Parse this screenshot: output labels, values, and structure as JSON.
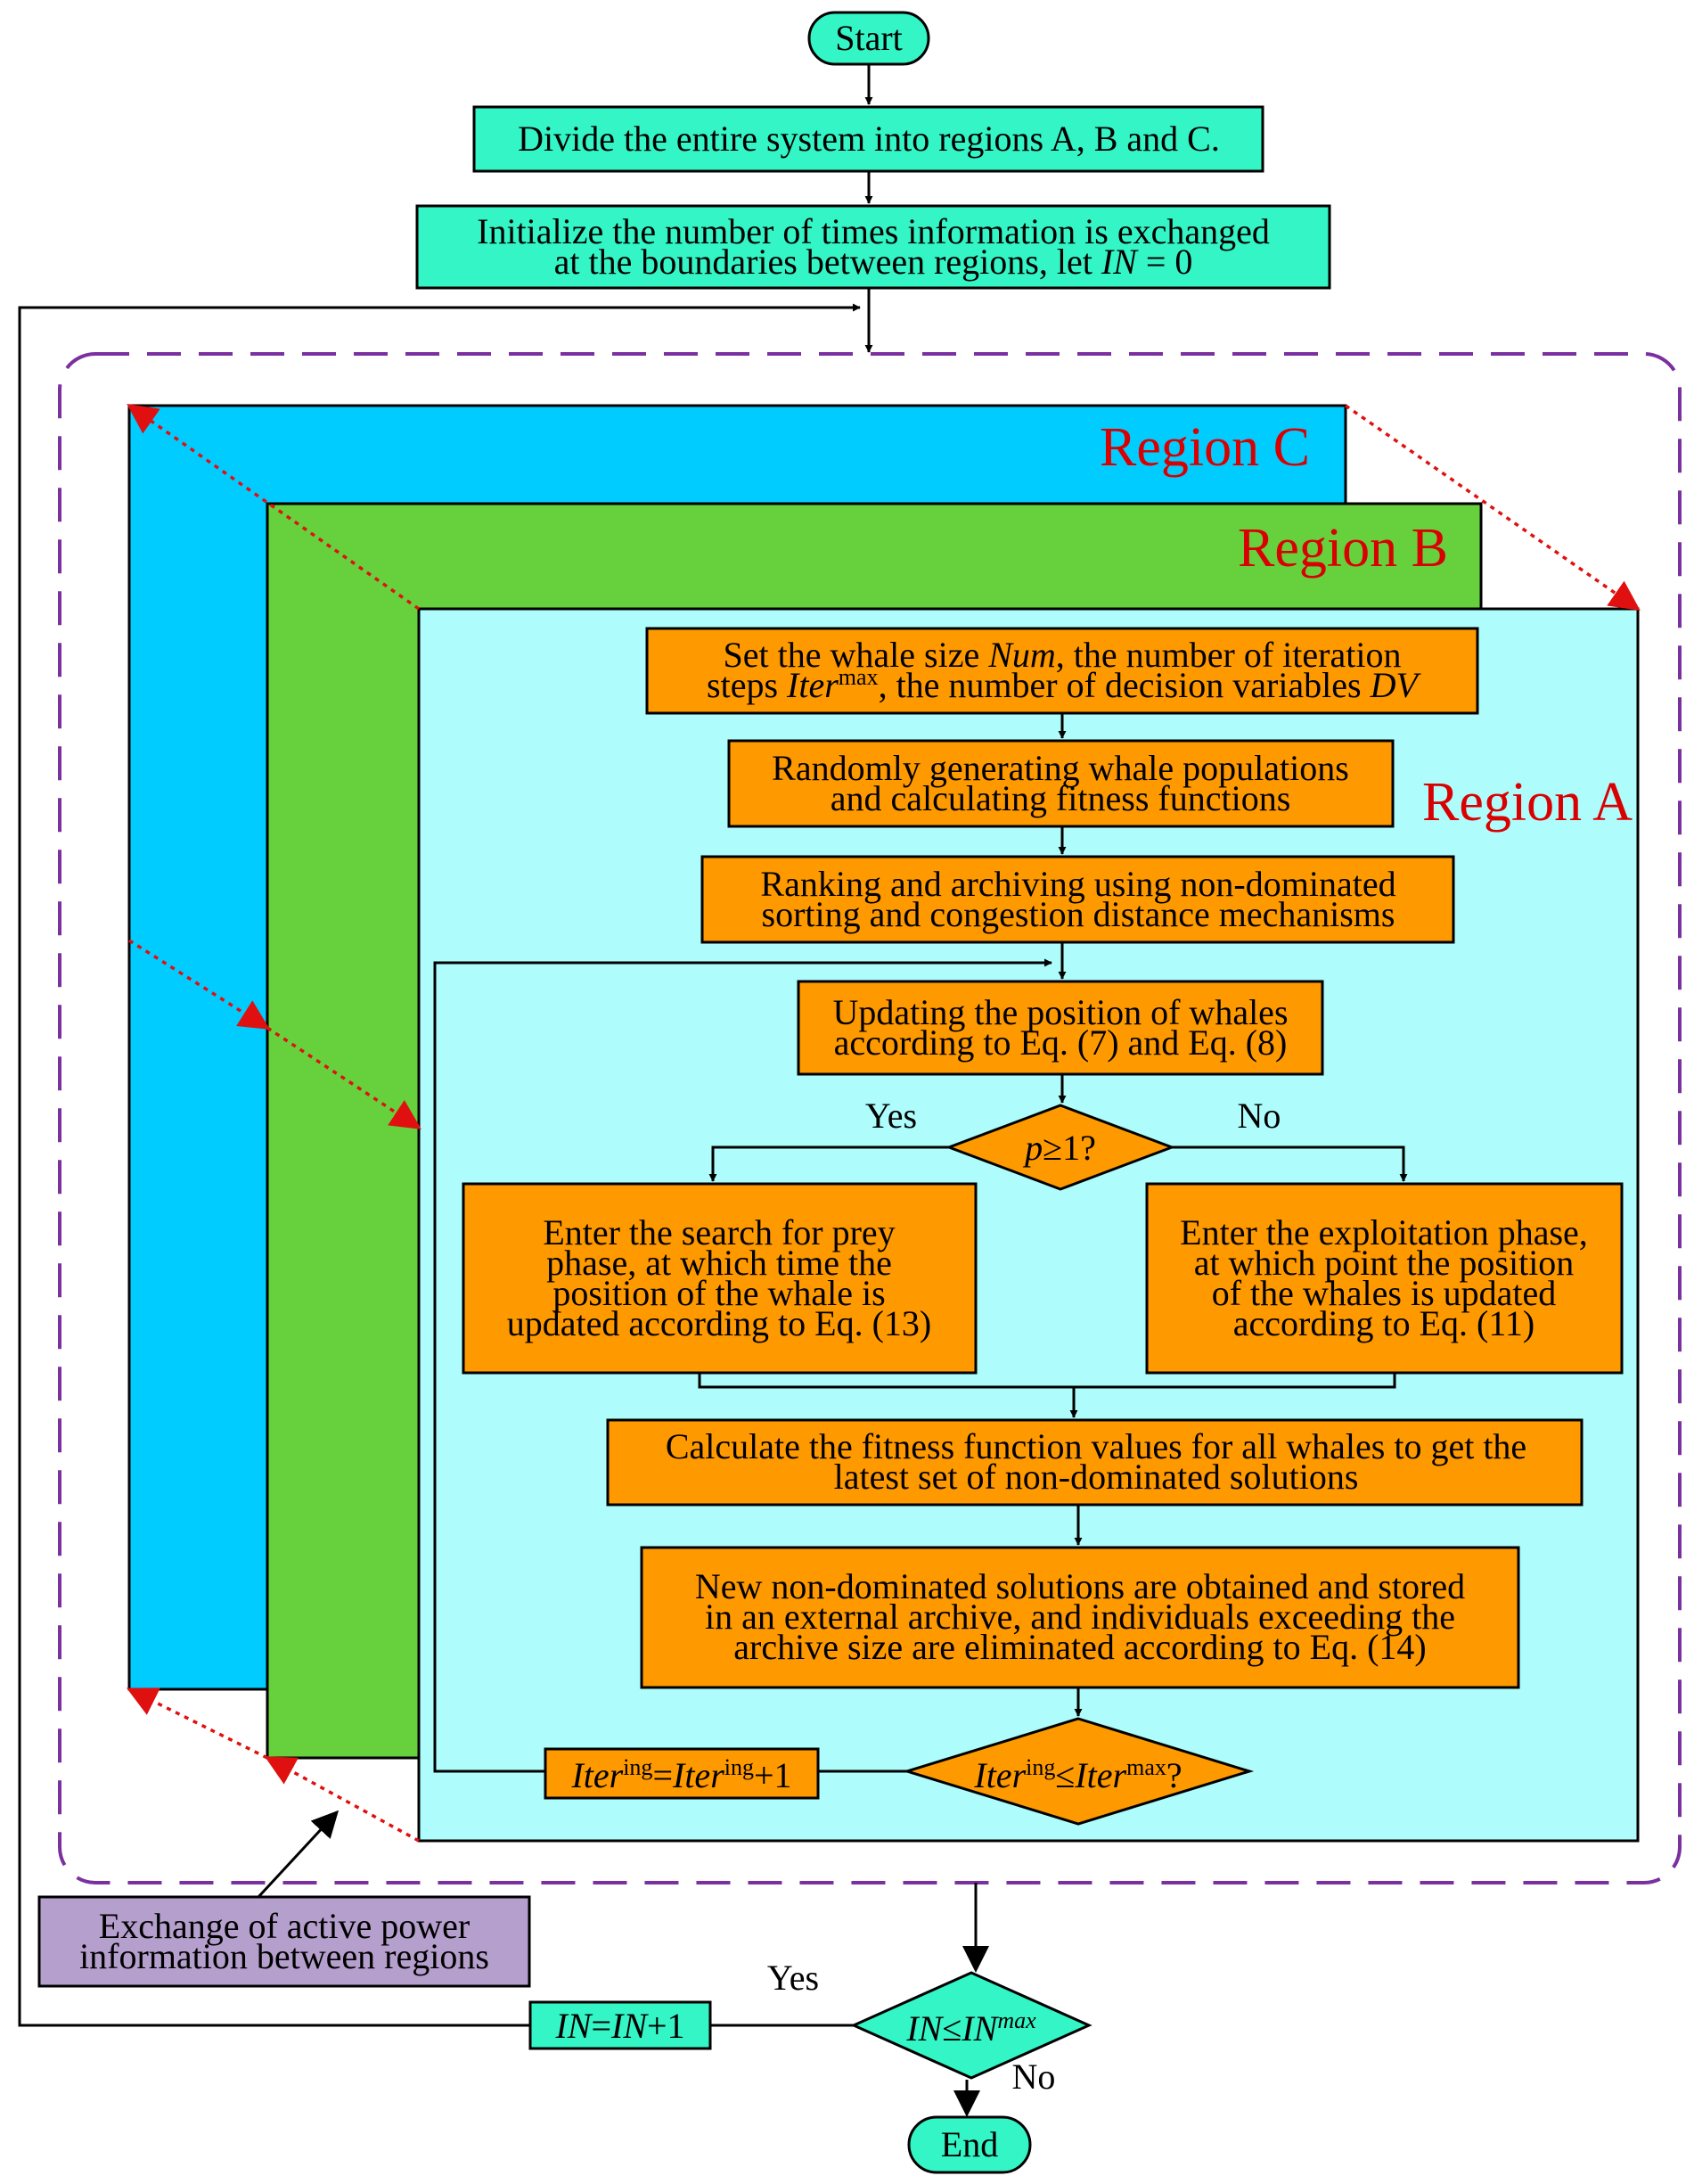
{
  "colors": {
    "teal": "#33f5c6",
    "orange": "#ff9900",
    "purple_box": "#b59fcc",
    "region_c": "#00ccff",
    "region_b": "#66d13c",
    "region_a": "#aefcfc",
    "dash_purple": "#7b30a0",
    "region_label": "#d80000",
    "red_dotted": "#e01010"
  },
  "regions": {
    "c": "Region C",
    "b": "Region B",
    "a": "Region A"
  },
  "nodes": {
    "start": [
      "Start"
    ],
    "divide": [
      "Divide the entire system into regions A, B and C."
    ],
    "init": [
      "Initialize the number of times information is exchanged",
      "at the boundaries between regions, let <i>IN</i> = 0"
    ],
    "set_whale": [
      "Set the whale size <i>Num</i>, the number of iteration",
      "steps <i>Iter</i><tspan baseline-shift='super' font-size='26'>max</tspan>, the number of decision variables <i>DV</i>"
    ],
    "randomly": [
      "Randomly generating whale populations",
      "and calculating fitness functions"
    ],
    "ranking": [
      "Ranking and archiving using non-dominated",
      "sorting and congestion distance mechanisms"
    ],
    "updating": [
      "Updating the position of whales",
      "according to Eq. (7) and Eq. (8)"
    ],
    "p_check": [
      "<i>p</i>≥1?"
    ],
    "search": [
      "Enter the search for prey",
      "phase, at which time the",
      "position of the whale is",
      "updated according to Eq. (13)"
    ],
    "exploit": [
      "Enter the exploitation phase,",
      "at which point the position",
      "of the whales is updated",
      "according to Eq. (11)"
    ],
    "calc": [
      "Calculate the fitness function values for all whales to get the",
      "latest set of non-dominated solutions"
    ],
    "newsol": [
      "New non-dominated solutions are obtained and stored",
      "in an external archive, and individuals exceeding the",
      "archive size are eliminated according to Eq. (14)"
    ],
    "iter_inc": [
      "<i>Iter</i><tspan baseline-shift='super' font-size='26'>ing</tspan>=<i>Iter</i><tspan baseline-shift='super' font-size='26'>ing</tspan>+1"
    ],
    "iter_check": [
      "<i>Iter</i><tspan baseline-shift='super' font-size='26'>ing</tspan>≤<i>Iter</i><tspan baseline-shift='super' font-size='26'>max</tspan>?"
    ],
    "exchange": [
      "Exchange of active power",
      "information between regions"
    ],
    "in_inc": [
      "<i>IN</i>=<i>IN</i>+1"
    ],
    "in_check": [
      "<i>IN</i>≤<i>IN</i><tspan baseline-shift='super' font-size='26' font-style='italic'>max</tspan>"
    ],
    "end": [
      "End"
    ]
  },
  "labels": {
    "p_yes": "Yes",
    "p_no": "No",
    "in_yes": "Yes",
    "in_no": "No"
  }
}
